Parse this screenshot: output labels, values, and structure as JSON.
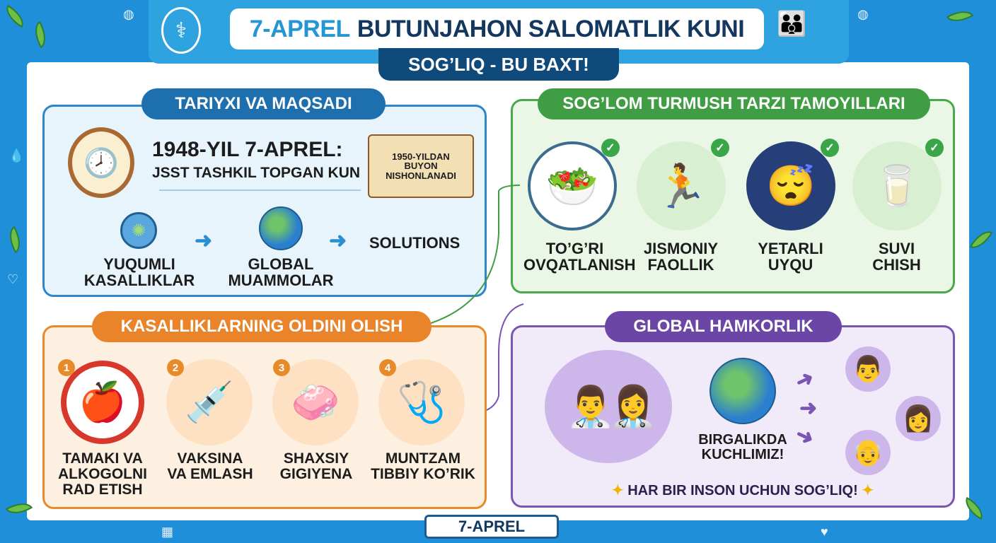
{
  "header": {
    "title_accent": "7-APREL",
    "title_main": "BUTUNJAHON SALOMATLIK KUNI",
    "subtitle": "SOG’LIQ - BU BAXT!",
    "logo_icon": "who-emblem-icon",
    "people_icon": "people-icon"
  },
  "colors": {
    "frame": "#1e8fd8",
    "history": "#2e86c8",
    "lifestyle": "#47a94a",
    "prevention": "#e98a2a",
    "cooperation": "#7b55b2",
    "navy": "#0f4a7a"
  },
  "history": {
    "title": "TARIYXI VA MAQSADI",
    "date_line": "1948-YIL 7-APREL:",
    "date_sub": "JSST TASHKIL TOPGAN KUN",
    "scroll": [
      "1950-YILDAN",
      "BUYON",
      "NISHONLANADI"
    ],
    "flow": [
      {
        "label": [
          "YUQUMLI",
          "KASALLIKLAR"
        ],
        "icon": "virus-icon"
      },
      {
        "label": [
          "GLOBAL",
          "MUAMMOLAR"
        ],
        "icon": "globe-icon"
      },
      {
        "label": [
          "SOLUTIONS"
        ]
      }
    ]
  },
  "lifestyle": {
    "title": "SOG’LOM TURMUSH TARZI TAMOYILLARI",
    "items": [
      {
        "label": [
          "TO’G’RI",
          "OVQATLANISH"
        ],
        "icon": "healthy-food-icon"
      },
      {
        "label": [
          "JISMONIY",
          "FAOLLIK"
        ],
        "icon": "running-icon"
      },
      {
        "label": [
          "YETARLI",
          "UYQU"
        ],
        "icon": "sleep-icon"
      },
      {
        "label": [
          "SUVI",
          "CHISH"
        ],
        "icon": "drinking-water-icon"
      }
    ]
  },
  "prevention": {
    "title": "KASALLIKLARNING OLDINI OLISH",
    "items": [
      {
        "num": "1",
        "label": [
          "TAMAKI VA",
          "ALKOGOLNI",
          "RAD ETISH"
        ],
        "icon": "no-apple-icon"
      },
      {
        "num": "2",
        "label": [
          "VAKSINA",
          "VA EMLASH"
        ],
        "icon": "syringe-icon"
      },
      {
        "num": "3",
        "label": [
          "SHAXSIY",
          "GIGIYENA"
        ],
        "icon": "handwash-icon"
      },
      {
        "num": "4",
        "label": [
          "MUNTZAM",
          "TIBBIY KO’RIK"
        ],
        "icon": "stethoscope-calendar-icon"
      }
    ]
  },
  "cooperation": {
    "title": "GLOBAL HAMKORLIK",
    "center": [
      "BIRGALIKDA",
      "KUCHLIMIZ!"
    ],
    "slogan": "HAR BIR INSON UCHUN SOG’LIQ!"
  },
  "footer": {
    "ribbon": "7-APREL"
  }
}
